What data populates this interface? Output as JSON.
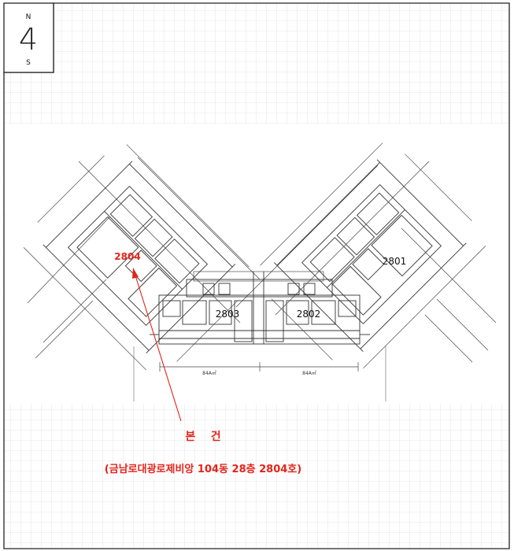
{
  "compass": {
    "north": "N",
    "south": "S",
    "glyph": "4"
  },
  "units": {
    "u2801": "2801",
    "u2802": "2802",
    "u2803": "2803",
    "u2804": "2804"
  },
  "dimension_labels": [
    "84A㎡",
    "84A㎡"
  ],
  "annotation": {
    "title": "본    건",
    "subtitle": "(금남로대광로제비앙 104동 28층 2804호)"
  },
  "colors": {
    "accent": "#e3241b",
    "line": "#111111",
    "grid": "#cfcfcf"
  }
}
